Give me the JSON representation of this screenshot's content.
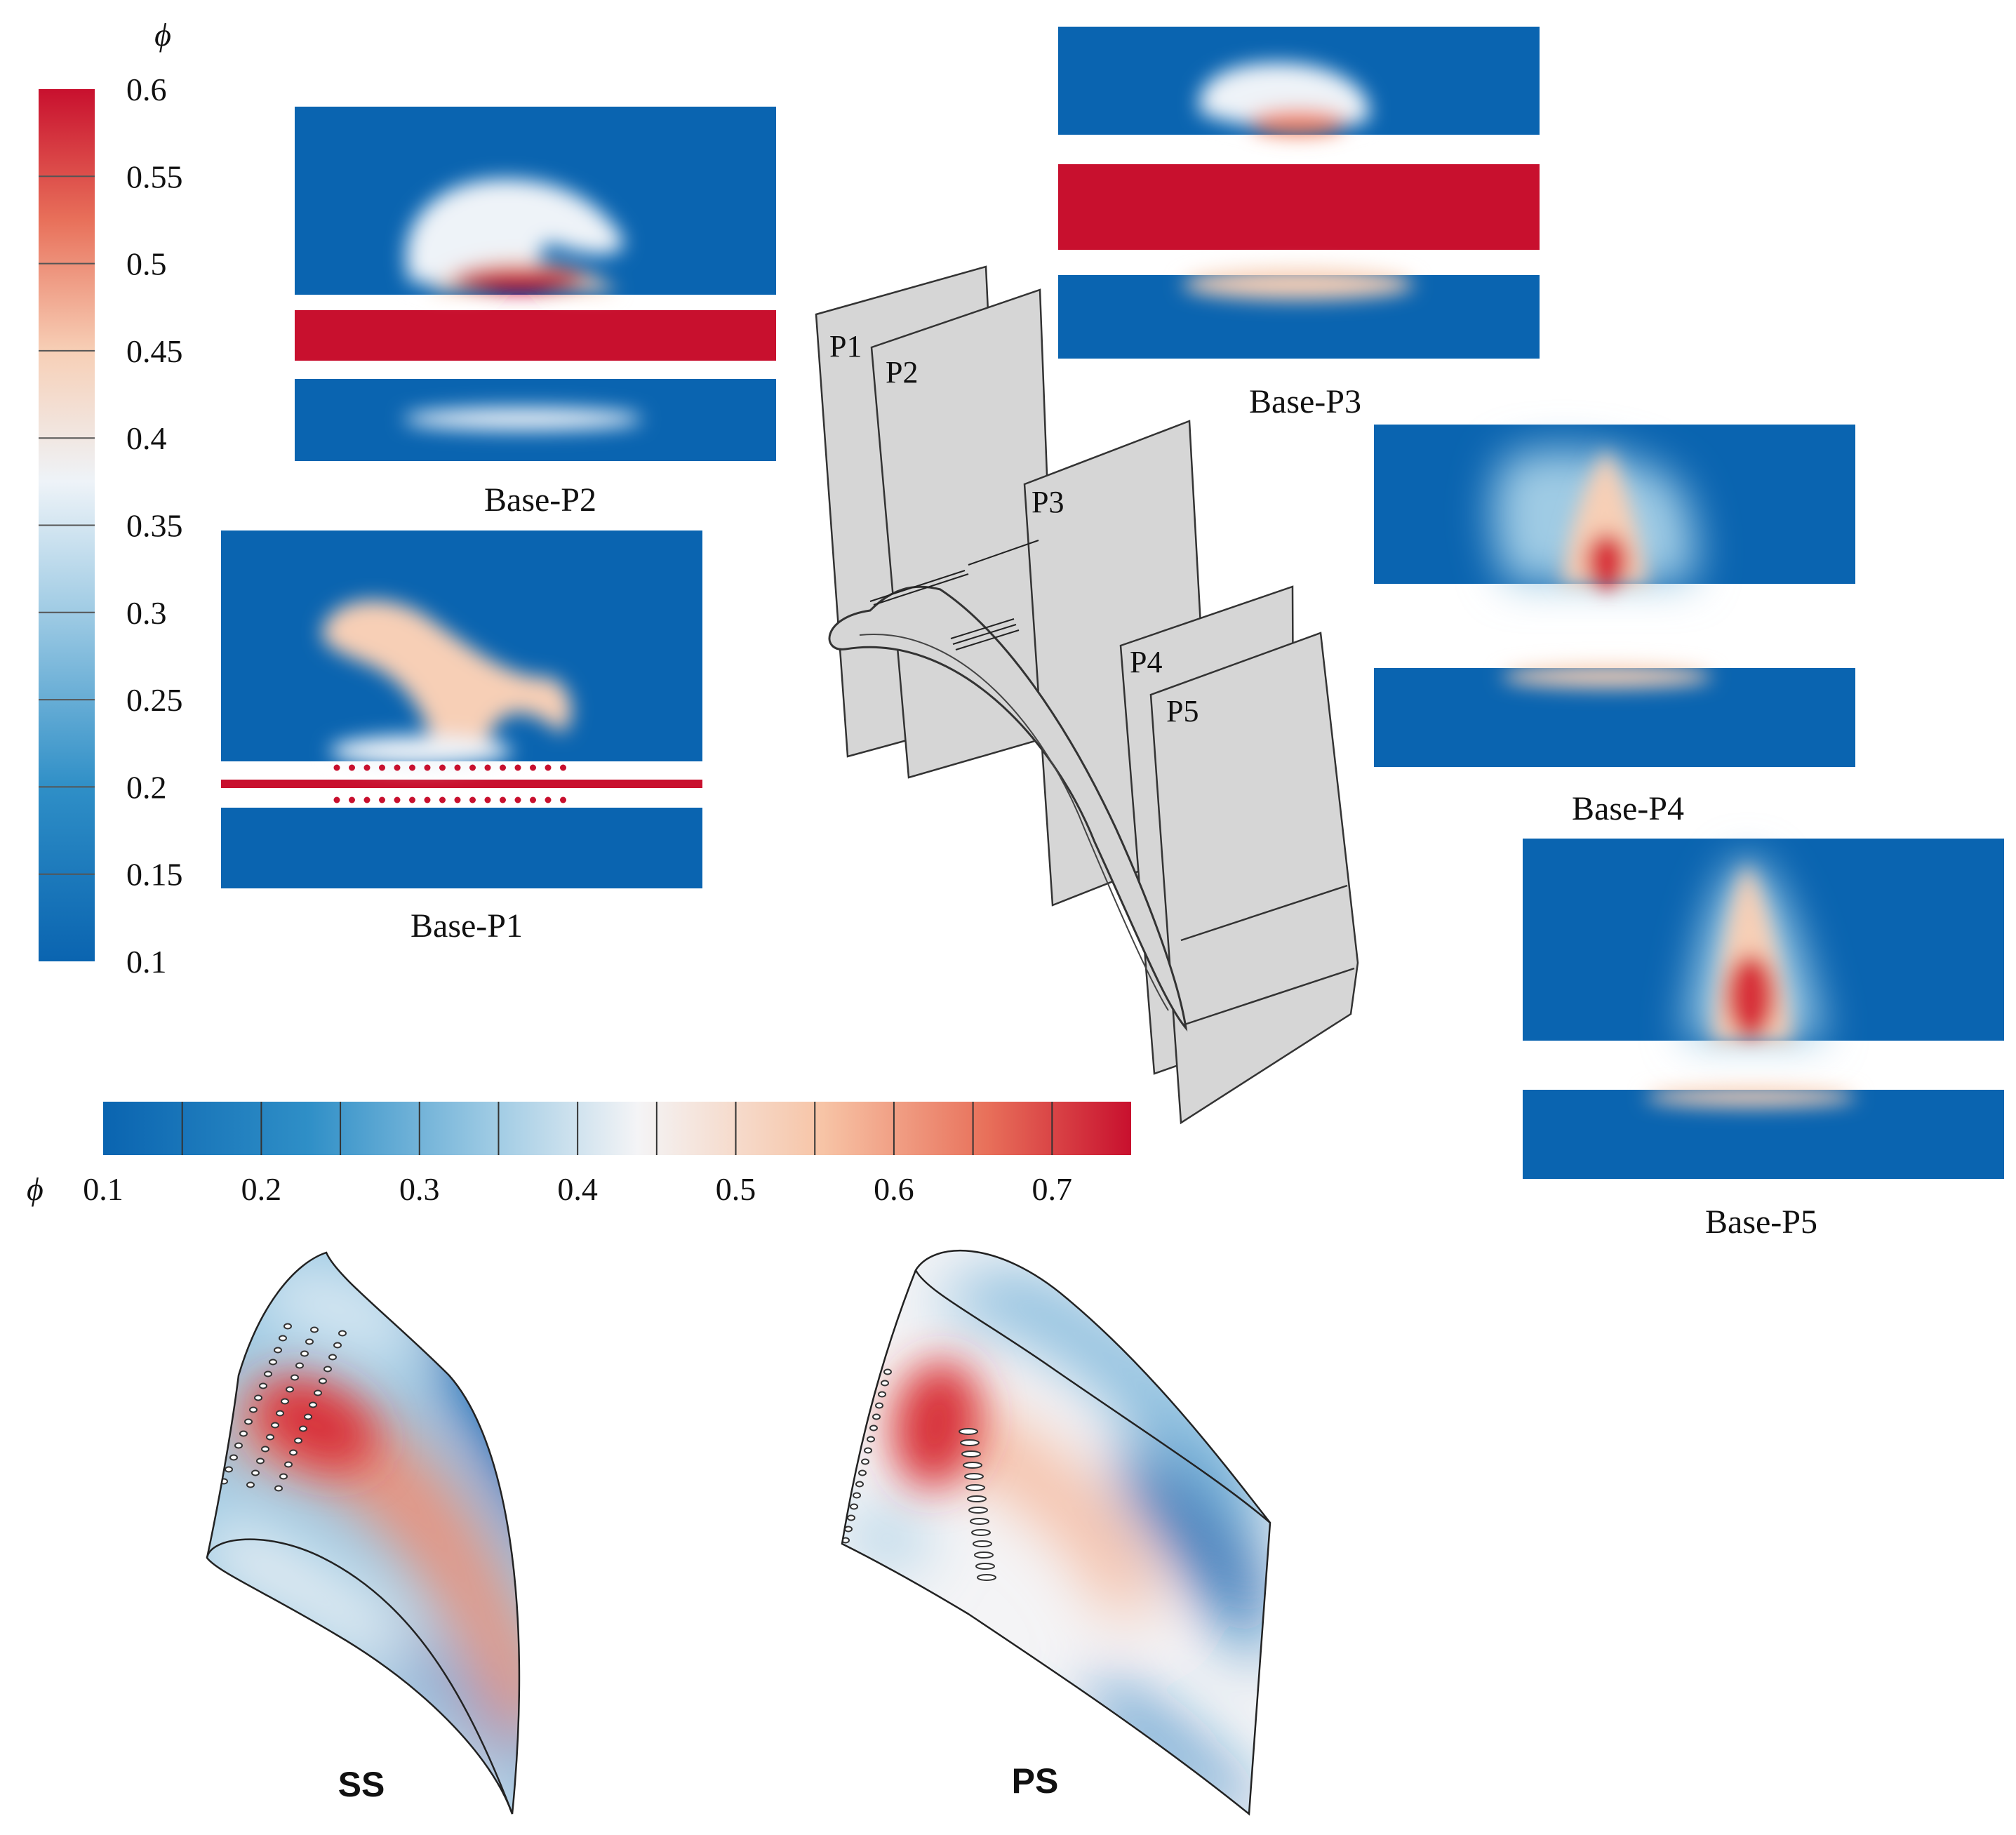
{
  "colors": {
    "deep_blue": "#0a64b0",
    "solid_red": "#c8102e",
    "panel_gray": "#d6d6d6"
  },
  "top_colorbar": {
    "symbol": "ϕ",
    "ticks": [
      "0.6",
      "0.55",
      "0.5",
      "0.45",
      "0.4",
      "0.35",
      "0.3",
      "0.25",
      "0.2",
      "0.15",
      "0.1"
    ],
    "range": [
      0.1,
      0.6
    ]
  },
  "bottom_colorbar": {
    "symbol": "ϕ",
    "ticks": [
      "0.1",
      "0.2",
      "0.3",
      "0.4",
      "0.5",
      "0.6",
      "0.7"
    ],
    "range": [
      0.1,
      0.75
    ]
  },
  "contours": {
    "p1": "Base-P1",
    "p2": "Base-P2",
    "p3": "Base-P3",
    "p4": "Base-P4",
    "p5": "Base-P5"
  },
  "planes": [
    "P1",
    "P2",
    "P3",
    "P4",
    "P5"
  ],
  "surfaces": {
    "ss": "SS",
    "ps": "PS"
  }
}
